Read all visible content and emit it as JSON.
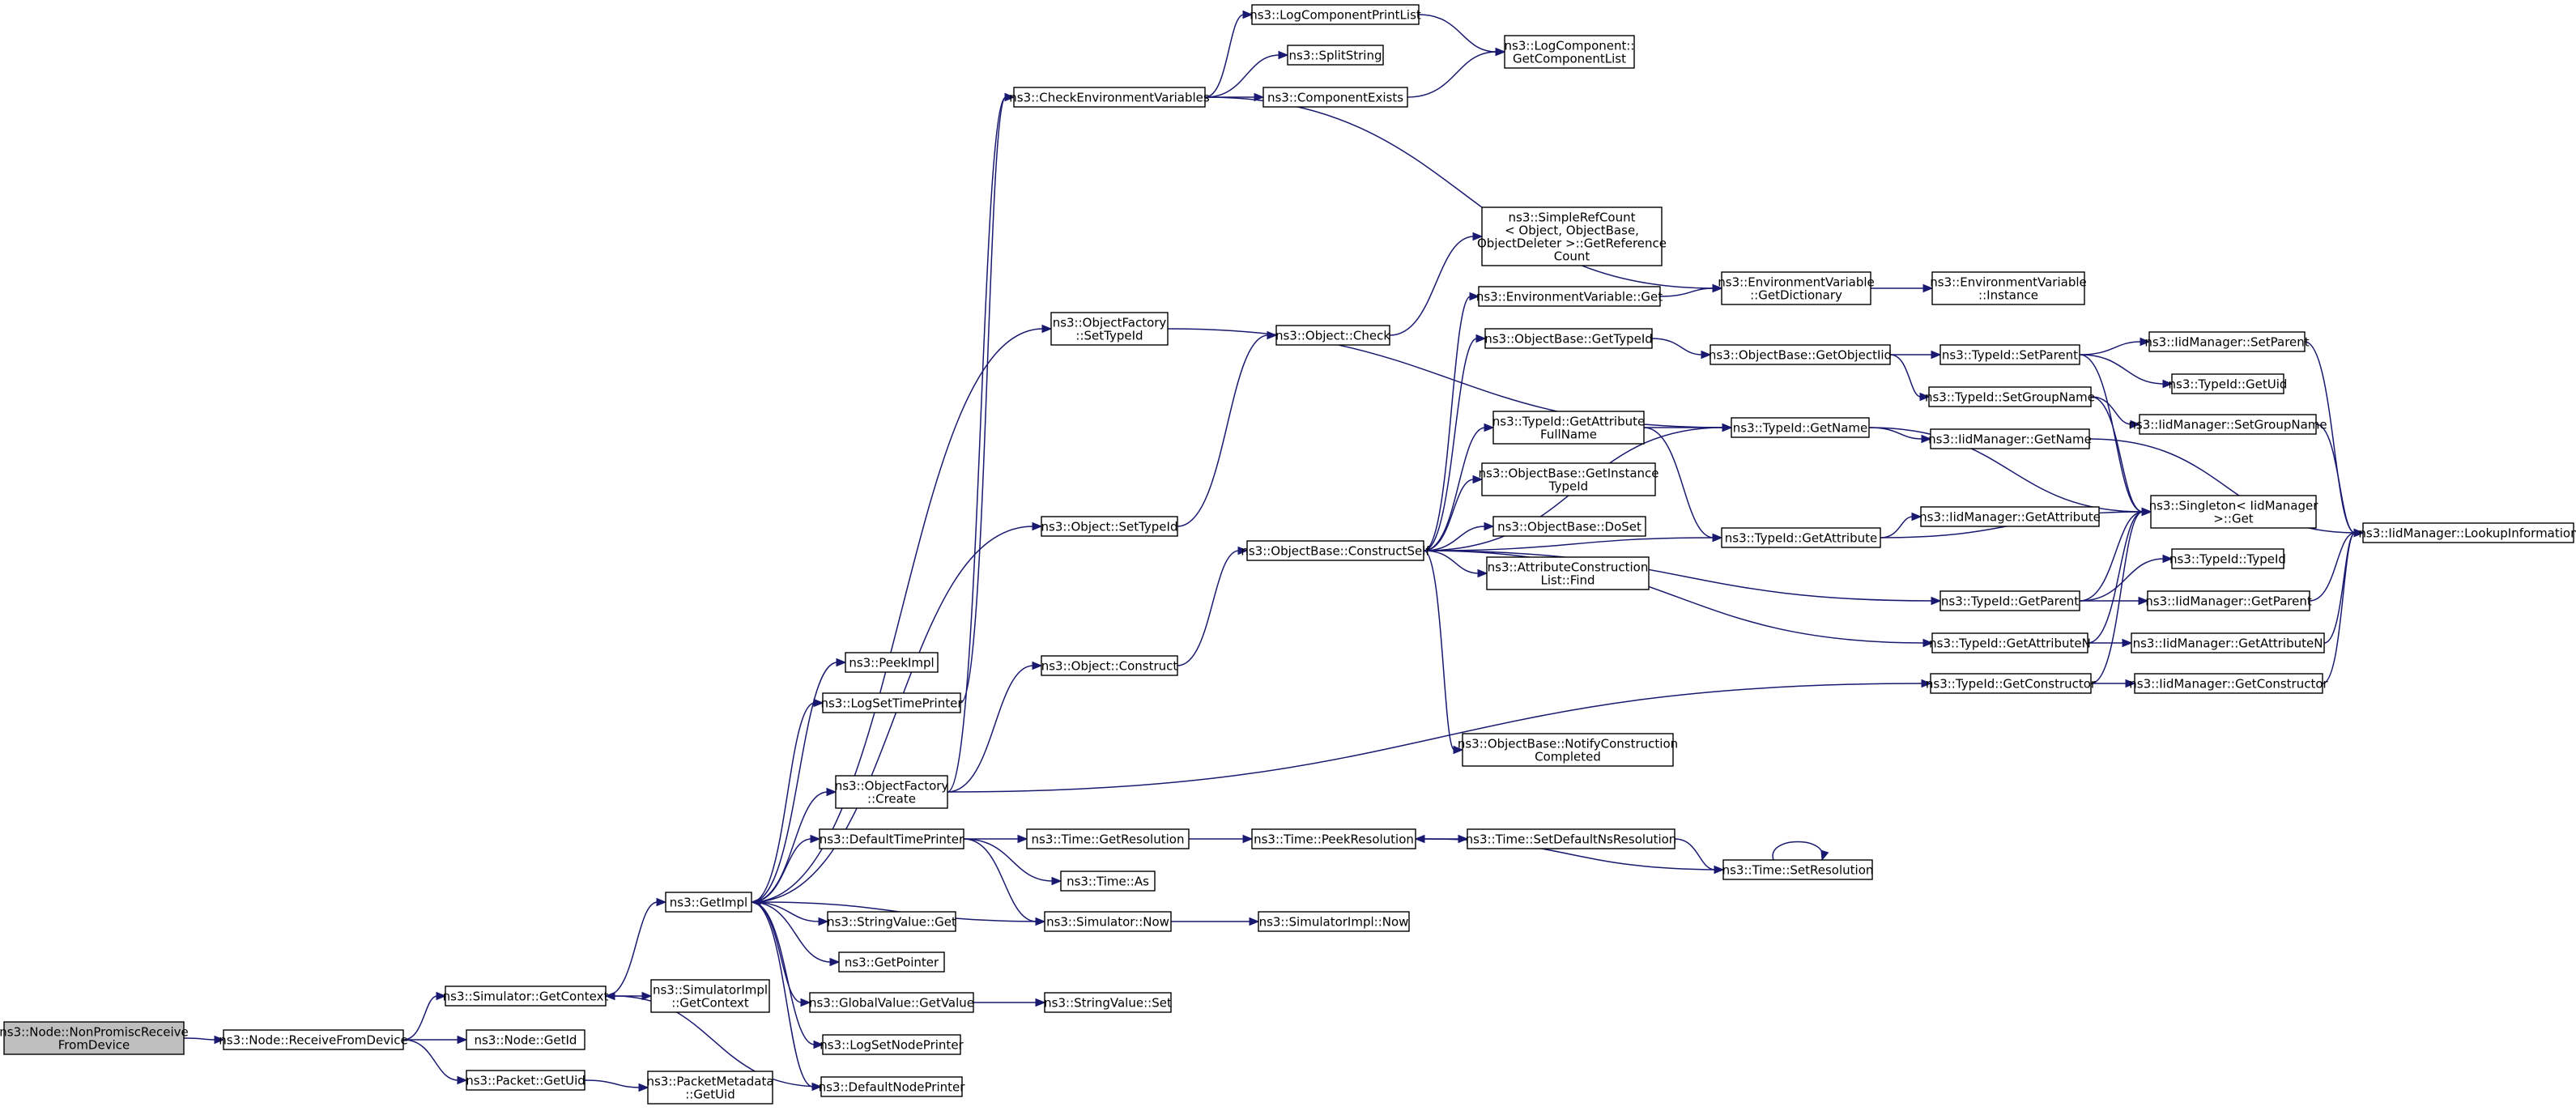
{
  "colors": {
    "edge": "#191970",
    "root_fill": "#bfbfbf",
    "node_fill": "#ffffff",
    "border": "#000000"
  },
  "root": "root",
  "nodes": [
    {
      "id": "root",
      "lines": [
        "ns3::Node::NonPromiscReceive",
        "FromDevice"
      ]
    },
    {
      "id": "rfd",
      "lines": [
        "ns3::Node::ReceiveFromDevice"
      ]
    },
    {
      "id": "simctx",
      "lines": [
        "ns3::Simulator::GetContext"
      ]
    },
    {
      "id": "nodegetid",
      "lines": [
        "ns3::Node::GetId"
      ]
    },
    {
      "id": "pktuid",
      "lines": [
        "ns3::Packet::GetUid"
      ]
    },
    {
      "id": "simimplctx",
      "lines": [
        "ns3::SimulatorImpl",
        "::GetContext"
      ]
    },
    {
      "id": "pmuid",
      "lines": [
        "ns3::PacketMetadata",
        "::GetUid"
      ]
    },
    {
      "id": "getimpl",
      "lines": [
        "ns3::GetImpl"
      ]
    },
    {
      "id": "peekimpl",
      "lines": [
        "ns3::PeekImpl"
      ]
    },
    {
      "id": "logsettp",
      "lines": [
        "ns3::LogSetTimePrinter"
      ]
    },
    {
      "id": "ofcreate",
      "lines": [
        "ns3::ObjectFactory",
        "::Create"
      ]
    },
    {
      "id": "dtp",
      "lines": [
        "ns3::DefaultTimePrinter"
      ]
    },
    {
      "id": "svget",
      "lines": [
        "ns3::StringValue::Get"
      ]
    },
    {
      "id": "getptr",
      "lines": [
        "ns3::GetPointer"
      ]
    },
    {
      "id": "gvget",
      "lines": [
        "ns3::GlobalValue::GetValue"
      ]
    },
    {
      "id": "logsetnp",
      "lines": [
        "ns3::LogSetNodePrinter"
      ]
    },
    {
      "id": "dnp",
      "lines": [
        "ns3::DefaultNodePrinter"
      ]
    },
    {
      "id": "checkenv",
      "lines": [
        "ns3::CheckEnvironmentVariables"
      ]
    },
    {
      "id": "ofsettid",
      "lines": [
        "ns3::ObjectFactory",
        "::SetTypeId"
      ]
    },
    {
      "id": "objsettid",
      "lines": [
        "ns3::Object::SetTypeId"
      ]
    },
    {
      "id": "objconstruct",
      "lines": [
        "ns3::Object::Construct"
      ]
    },
    {
      "id": "timegetres",
      "lines": [
        "ns3::Time::GetResolution"
      ]
    },
    {
      "id": "timeas",
      "lines": [
        "ns3::Time::As"
      ]
    },
    {
      "id": "simnow",
      "lines": [
        "ns3::Simulator::Now"
      ]
    },
    {
      "id": "svset",
      "lines": [
        "ns3::StringValue::Set"
      ]
    },
    {
      "id": "lcpl",
      "lines": [
        "ns3::LogComponentPrintList"
      ]
    },
    {
      "id": "split",
      "lines": [
        "ns3::SplitString"
      ]
    },
    {
      "id": "compexists",
      "lines": [
        "ns3::ComponentExists"
      ]
    },
    {
      "id": "lcgcl",
      "lines": [
        "ns3::LogComponent::",
        "GetComponentList"
      ]
    },
    {
      "id": "objcheck",
      "lines": [
        "ns3::Object::Check"
      ]
    },
    {
      "id": "obcs",
      "lines": [
        "ns3::ObjectBase::ConstructSelf"
      ]
    },
    {
      "id": "timepeekres",
      "lines": [
        "ns3::Time::PeekResolution"
      ]
    },
    {
      "id": "simimplnow",
      "lines": [
        "ns3::SimulatorImpl::Now"
      ]
    },
    {
      "id": "srcgrc",
      "lines": [
        "ns3::SimpleRefCount",
        "< Object, ObjectBase,",
        "ObjectDeleter >::GetReference",
        "Count"
      ]
    },
    {
      "id": "evget",
      "lines": [
        "ns3::EnvironmentVariable::Get"
      ]
    },
    {
      "id": "obgettid",
      "lines": [
        "ns3::ObjectBase::GetTypeId"
      ]
    },
    {
      "id": "tidgafn",
      "lines": [
        "ns3::TypeId::GetAttribute",
        "FullName"
      ]
    },
    {
      "id": "obgitid",
      "lines": [
        "ns3::ObjectBase::GetInstance",
        "TypeId"
      ]
    },
    {
      "id": "obdoset",
      "lines": [
        "ns3::ObjectBase::DoSet"
      ]
    },
    {
      "id": "aclfind",
      "lines": [
        "ns3::AttributeConstruction",
        "List::Find"
      ]
    },
    {
      "id": "obnotify",
      "lines": [
        "ns3::ObjectBase::NotifyConstruction",
        "Completed"
      ]
    },
    {
      "id": "timesetdef",
      "lines": [
        "ns3::Time::SetDefaultNsResolution"
      ]
    },
    {
      "id": "timesetres",
      "lines": [
        "ns3::Time::SetResolution"
      ]
    },
    {
      "id": "evgetdict",
      "lines": [
        "ns3::EnvironmentVariable",
        "::GetDictionary"
      ]
    },
    {
      "id": "obgetoid",
      "lines": [
        "ns3::ObjectBase::GetObjectIid"
      ]
    },
    {
      "id": "tidgetname",
      "lines": [
        "ns3::TypeId::GetName"
      ]
    },
    {
      "id": "tidgetattr",
      "lines": [
        "ns3::TypeId::GetAttribute"
      ]
    },
    {
      "id": "evinst",
      "lines": [
        "ns3::EnvironmentVariable",
        "::Instance"
      ]
    },
    {
      "id": "tidsetparent",
      "lines": [
        "ns3::TypeId::SetParent"
      ]
    },
    {
      "id": "tidsetgroup",
      "lines": [
        "ns3::TypeId::SetGroupName"
      ]
    },
    {
      "id": "iidgetname",
      "lines": [
        "ns3::IidManager::GetName"
      ]
    },
    {
      "id": "iidgetattr",
      "lines": [
        "ns3::IidManager::GetAttribute"
      ]
    },
    {
      "id": "tidgetparent",
      "lines": [
        "ns3::TypeId::GetParent"
      ]
    },
    {
      "id": "tidgetattrn",
      "lines": [
        "ns3::TypeId::GetAttributeN"
      ]
    },
    {
      "id": "tidgetctor",
      "lines": [
        "ns3::TypeId::GetConstructor"
      ]
    },
    {
      "id": "iidsetparent",
      "lines": [
        "ns3::IidManager::SetParent"
      ]
    },
    {
      "id": "tidgetuid",
      "lines": [
        "ns3::TypeId::GetUid"
      ]
    },
    {
      "id": "iidsetgroup",
      "lines": [
        "ns3::IidManager::SetGroupName"
      ]
    },
    {
      "id": "singleton",
      "lines": [
        "ns3::Singleton< IidManager",
        ">::Get"
      ]
    },
    {
      "id": "tidtypeid",
      "lines": [
        "ns3::TypeId::TypeId"
      ]
    },
    {
      "id": "iidgetparent",
      "lines": [
        "ns3::IidManager::GetParent"
      ]
    },
    {
      "id": "iidgetattrn",
      "lines": [
        "ns3::IidManager::GetAttributeN"
      ]
    },
    {
      "id": "iidgetctor",
      "lines": [
        "ns3::IidManager::GetConstructor"
      ]
    },
    {
      "id": "iidlookup",
      "lines": [
        "ns3::IidManager::LookupInformation"
      ]
    }
  ],
  "edges": [
    [
      "root",
      "rfd"
    ],
    [
      "rfd",
      "simctx"
    ],
    [
      "rfd",
      "nodegetid"
    ],
    [
      "rfd",
      "pktuid"
    ],
    [
      "simctx",
      "simimplctx"
    ],
    [
      "simctx",
      "getimpl"
    ],
    [
      "pktuid",
      "pmuid"
    ],
    [
      "getimpl",
      "peekimpl"
    ],
    [
      "getimpl",
      "logsettp"
    ],
    [
      "getimpl",
      "ofcreate"
    ],
    [
      "getimpl",
      "dtp"
    ],
    [
      "getimpl",
      "svget"
    ],
    [
      "getimpl",
      "getptr"
    ],
    [
      "getimpl",
      "gvget"
    ],
    [
      "getimpl",
      "logsetnp"
    ],
    [
      "getimpl",
      "dnp"
    ],
    [
      "getimpl",
      "ofsettid"
    ],
    [
      "getimpl",
      "objsettid"
    ],
    [
      "dnp",
      "simctx"
    ],
    [
      "logsettp",
      "checkenv"
    ],
    [
      "ofcreate",
      "checkenv"
    ],
    [
      "ofcreate",
      "objconstruct"
    ],
    [
      "ofcreate",
      "tidgetctor"
    ],
    [
      "dtp",
      "timegetres"
    ],
    [
      "dtp",
      "timeas"
    ],
    [
      "dtp",
      "simnow"
    ],
    [
      "simnow",
      "getimpl"
    ],
    [
      "simnow",
      "simimplnow"
    ],
    [
      "gvget",
      "svset"
    ],
    [
      "checkenv",
      "lcpl"
    ],
    [
      "checkenv",
      "split"
    ],
    [
      "checkenv",
      "compexists"
    ],
    [
      "checkenv",
      "evgetdict"
    ],
    [
      "lcpl",
      "lcgcl"
    ],
    [
      "compexists",
      "lcgcl"
    ],
    [
      "ofsettid",
      "tidgetname"
    ],
    [
      "objsettid",
      "objcheck"
    ],
    [
      "objconstruct",
      "obcs"
    ],
    [
      "objcheck",
      "srcgrc"
    ],
    [
      "timegetres",
      "timepeekres"
    ],
    [
      "timepeekres",
      "timesetdef"
    ],
    [
      "timesetdef",
      "timesetres"
    ],
    [
      "timesetres",
      "timepeekres"
    ],
    [
      "timesetres",
      "timesetres"
    ],
    [
      "obcs",
      "evget"
    ],
    [
      "obcs",
      "obgettid"
    ],
    [
      "obcs",
      "tidgafn"
    ],
    [
      "obcs",
      "obgitid"
    ],
    [
      "obcs",
      "obdoset"
    ],
    [
      "obcs",
      "aclfind"
    ],
    [
      "obcs",
      "obnotify"
    ],
    [
      "obcs",
      "tidgetname"
    ],
    [
      "obcs",
      "tidgetattr"
    ],
    [
      "obcs",
      "tidgetparent"
    ],
    [
      "obcs",
      "tidgetattrn"
    ],
    [
      "evget",
      "evgetdict"
    ],
    [
      "evgetdict",
      "evinst"
    ],
    [
      "obgettid",
      "obgetoid"
    ],
    [
      "tidgafn",
      "tidgetname"
    ],
    [
      "tidgafn",
      "tidgetattr"
    ],
    [
      "obgetoid",
      "tidsetparent"
    ],
    [
      "obgetoid",
      "tidsetgroup"
    ],
    [
      "tidgetname",
      "iidgetname"
    ],
    [
      "tidgetname",
      "singleton"
    ],
    [
      "tidgetattr",
      "iidgetattr"
    ],
    [
      "tidgetattr",
      "singleton"
    ],
    [
      "tidsetparent",
      "iidsetparent"
    ],
    [
      "tidsetparent",
      "tidgetuid"
    ],
    [
      "tidsetparent",
      "singleton"
    ],
    [
      "tidsetgroup",
      "iidsetgroup"
    ],
    [
      "tidsetgroup",
      "singleton"
    ],
    [
      "iidgetname",
      "iidlookup"
    ],
    [
      "iidsetparent",
      "iidlookup"
    ],
    [
      "iidsetgroup",
      "iidlookup"
    ],
    [
      "tidgetparent",
      "tidtypeid"
    ],
    [
      "tidgetparent",
      "iidgetparent"
    ],
    [
      "tidgetparent",
      "singleton"
    ],
    [
      "tidgetattrn",
      "iidgetattrn"
    ],
    [
      "tidgetattrn",
      "singleton"
    ],
    [
      "tidgetctor",
      "iidgetctor"
    ],
    [
      "tidgetctor",
      "singleton"
    ],
    [
      "iidgetparent",
      "iidlookup"
    ],
    [
      "iidgetattrn",
      "iidlookup"
    ],
    [
      "iidgetctor",
      "iidlookup"
    ]
  ]
}
